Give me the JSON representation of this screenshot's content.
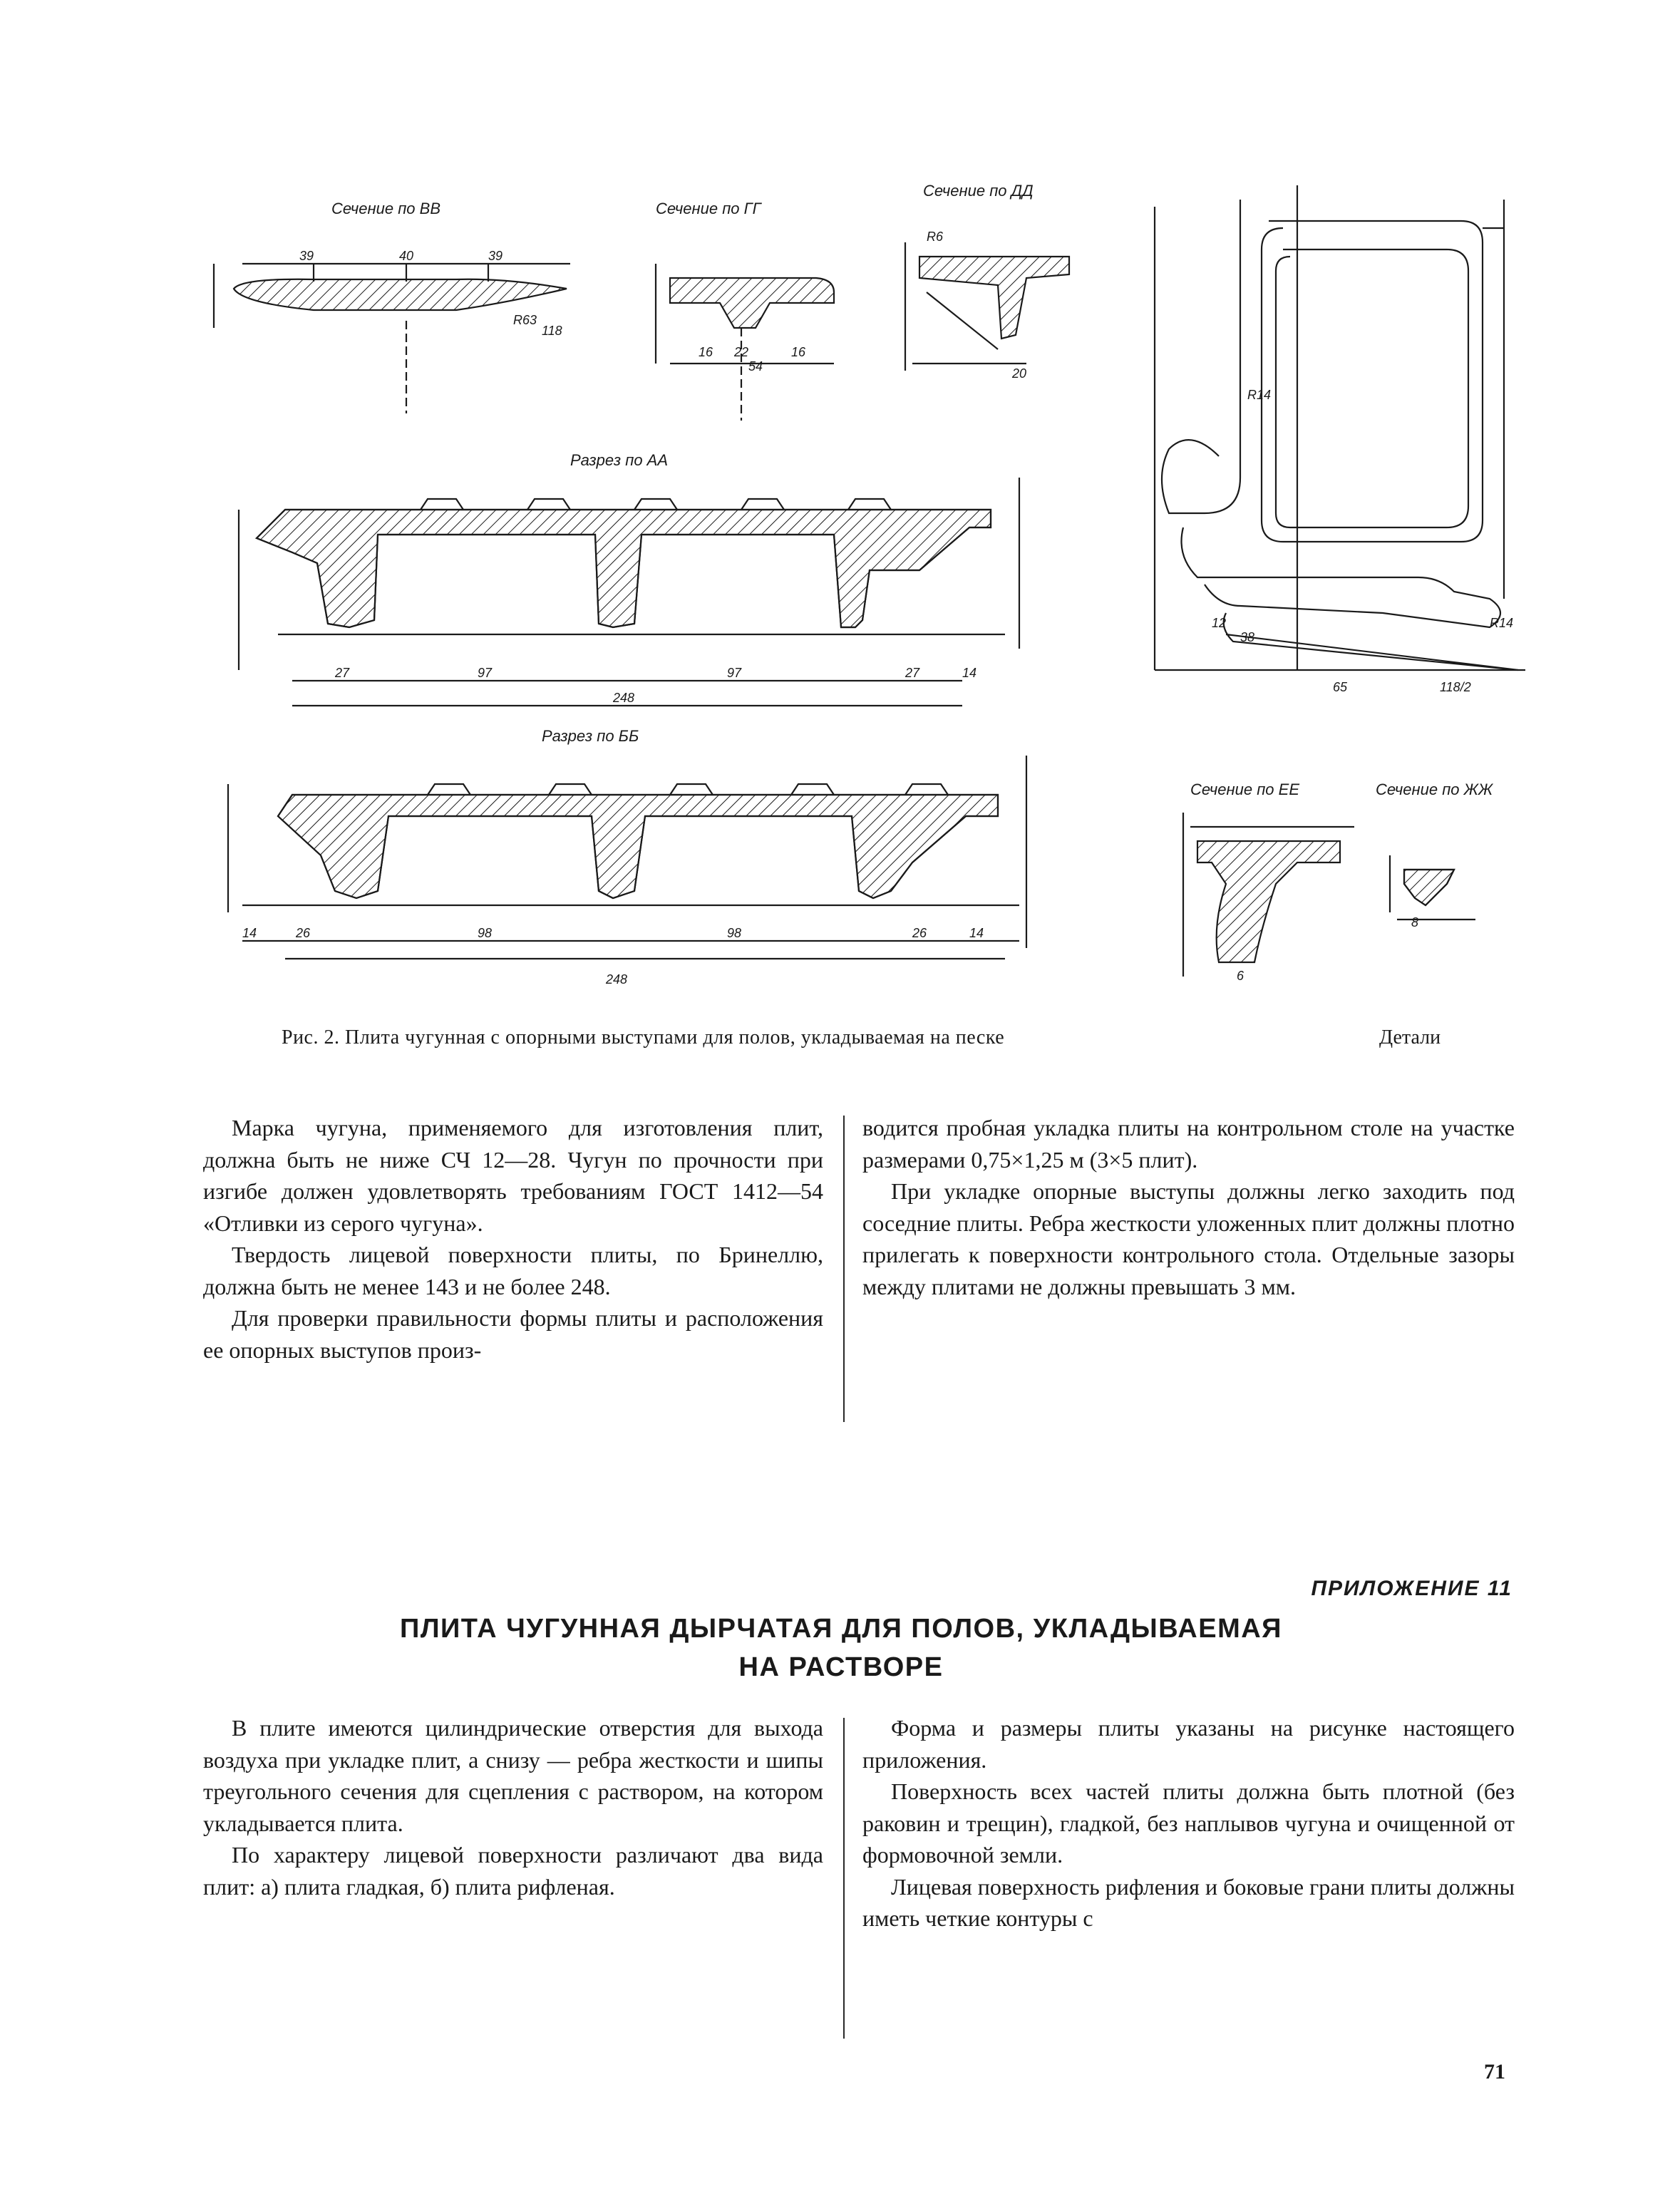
{
  "figure": {
    "labels": {
      "section_vv": "Сечение по ВВ",
      "section_gg": "Сечение по ГГ",
      "section_dd": "Сечение по ДД",
      "cut_aa": "Разрез по АА",
      "cut_bb": "Разрез по ББ",
      "section_ee": "Сечение по ЕЕ",
      "section_zhzh": "Сечение по ЖЖ"
    },
    "caption": "Рис. 2. Плита чугунная с опорными выступами для полов, укладываемая на песке",
    "caption_detail": "Детали"
  },
  "upper_text": {
    "left": [
      "Марка чугуна, применяемого для изготовления плит, должна быть не ниже СЧ 12—28. Чугун по прочности при изгибе должен удовлетворять требованиям ГОСТ 1412—54 «Отливки из серого чугуна».",
      "Твердость лицевой поверхности плиты, по Бринеллю, должна быть не менее 143 и не более 248.",
      "Для проверки правильности формы плиты и расположения ее опорных выступов произ-"
    ],
    "right": [
      "водится пробная укладка плиты на контрольном столе на участке размерами 0,75×1,25 м (3×5 плит).",
      "При укладке опорные выступы должны легко заходить под соседние плиты. Ребра жесткости уложенных плит должны плотно прилегать к поверхности контрольного стола. Отдельные зазоры между плитами не должны превышать 3 мм."
    ]
  },
  "appendix_label": "ПРИЛОЖЕНИЕ 11",
  "heading_line1": "ПЛИТА ЧУГУННАЯ ДЫРЧАТАЯ ДЛЯ ПОЛОВ, УКЛАДЫВАЕМАЯ",
  "heading_line2": "НА РАСТВОРЕ",
  "lower_text": {
    "left": [
      "В плите имеются цилиндрические отверстия для выхода воздуха при укладке плит, а снизу — ребра жесткости и шипы треугольного сечения для сцепления с раствором, на котором укладывается плита.",
      "По характеру лицевой поверхности различают два вида плит: а) плита гладкая, б) плита рифленая."
    ],
    "right": [
      "Форма и размеры плиты указаны на рисунке настоящего приложения.",
      "Поверхность всех частей плиты должна быть плотной (без раковин и трещин), гладкой, без наплывов чугуна и очищенной от формовочной земли.",
      "Лицевая поверхность рифления и боковые грани плиты должны иметь четкие контуры с"
    ]
  },
  "page_number": "71"
}
